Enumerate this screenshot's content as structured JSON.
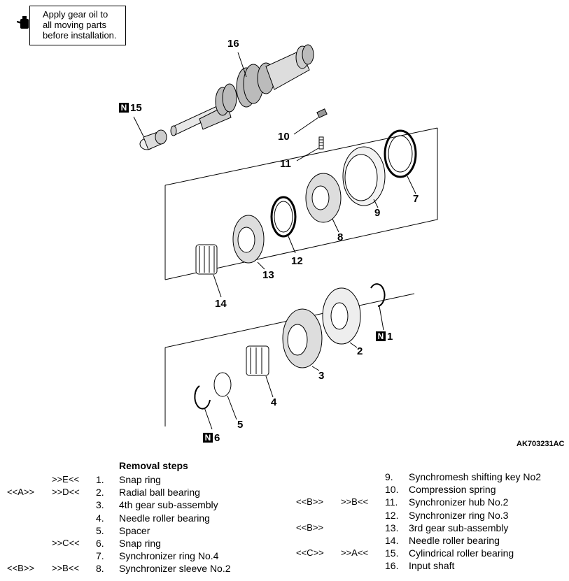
{
  "note": {
    "icon": "oil-can-icon",
    "lines": [
      "Apply gear oil to",
      "all moving parts",
      "before installation."
    ]
  },
  "callouts": [
    {
      "num": "16",
      "boxed": false
    },
    {
      "num": "15",
      "boxed": true
    },
    {
      "num": "10",
      "boxed": false
    },
    {
      "num": "11",
      "boxed": false
    },
    {
      "num": "7",
      "boxed": false
    },
    {
      "num": "9",
      "boxed": false
    },
    {
      "num": "8",
      "boxed": false
    },
    {
      "num": "12",
      "boxed": false
    },
    {
      "num": "13",
      "boxed": false
    },
    {
      "num": "14",
      "boxed": false
    },
    {
      "num": "1",
      "boxed": true
    },
    {
      "num": "2",
      "boxed": false
    },
    {
      "num": "3",
      "boxed": false
    },
    {
      "num": "4",
      "boxed": false
    },
    {
      "num": "5",
      "boxed": false
    },
    {
      "num": "6",
      "boxed": true
    }
  ],
  "box_letter": "N",
  "figure_code": "AK703231AC",
  "removal_title": "Removal steps",
  "steps": [
    {
      "num": "1.",
      "label": "Snap ring",
      "col1": "",
      "col2": ">>E<<"
    },
    {
      "num": "2.",
      "label": "Radial ball bearing",
      "col1": "<<A>>",
      "col2": ">>D<<"
    },
    {
      "num": "3.",
      "label": "4th gear sub-assembly",
      "col1": "",
      "col2": ""
    },
    {
      "num": "4.",
      "label": "Needle roller bearing",
      "col1": "",
      "col2": ""
    },
    {
      "num": "5.",
      "label": "Spacer",
      "col1": "",
      "col2": ""
    },
    {
      "num": "6.",
      "label": "Snap ring",
      "col1": "",
      "col2": ">>C<<"
    },
    {
      "num": "7.",
      "label": "Synchronizer ring No.4",
      "col1": "",
      "col2": ""
    },
    {
      "num": "8.",
      "label": "Synchronizer sleeve No.2",
      "col1": "<<B>>",
      "col2": ">>B<<"
    },
    {
      "num": "9.",
      "label": "Synchromesh shifting key No2",
      "col1": "",
      "col2": ""
    },
    {
      "num": "10.",
      "label": "Compression spring",
      "col1": "",
      "col2": ""
    },
    {
      "num": "11.",
      "label": "Synchronizer hub No.2",
      "col1": "<<B>>",
      "col2": ">>B<<"
    },
    {
      "num": "12.",
      "label": "Synchronizer ring No.3",
      "col1": "",
      "col2": ""
    },
    {
      "num": "13.",
      "label": "3rd gear sub-assembly",
      "col1": "<<B>>",
      "col2": ""
    },
    {
      "num": "14.",
      "label": "Needle roller bearing",
      "col1": "",
      "col2": ""
    },
    {
      "num": "15.",
      "label": "Cylindrical roller bearing",
      "col1": "<<C>>",
      "col2": ">>A<<"
    },
    {
      "num": "16.",
      "label": "Input shaft",
      "col1": "",
      "col2": ""
    }
  ]
}
